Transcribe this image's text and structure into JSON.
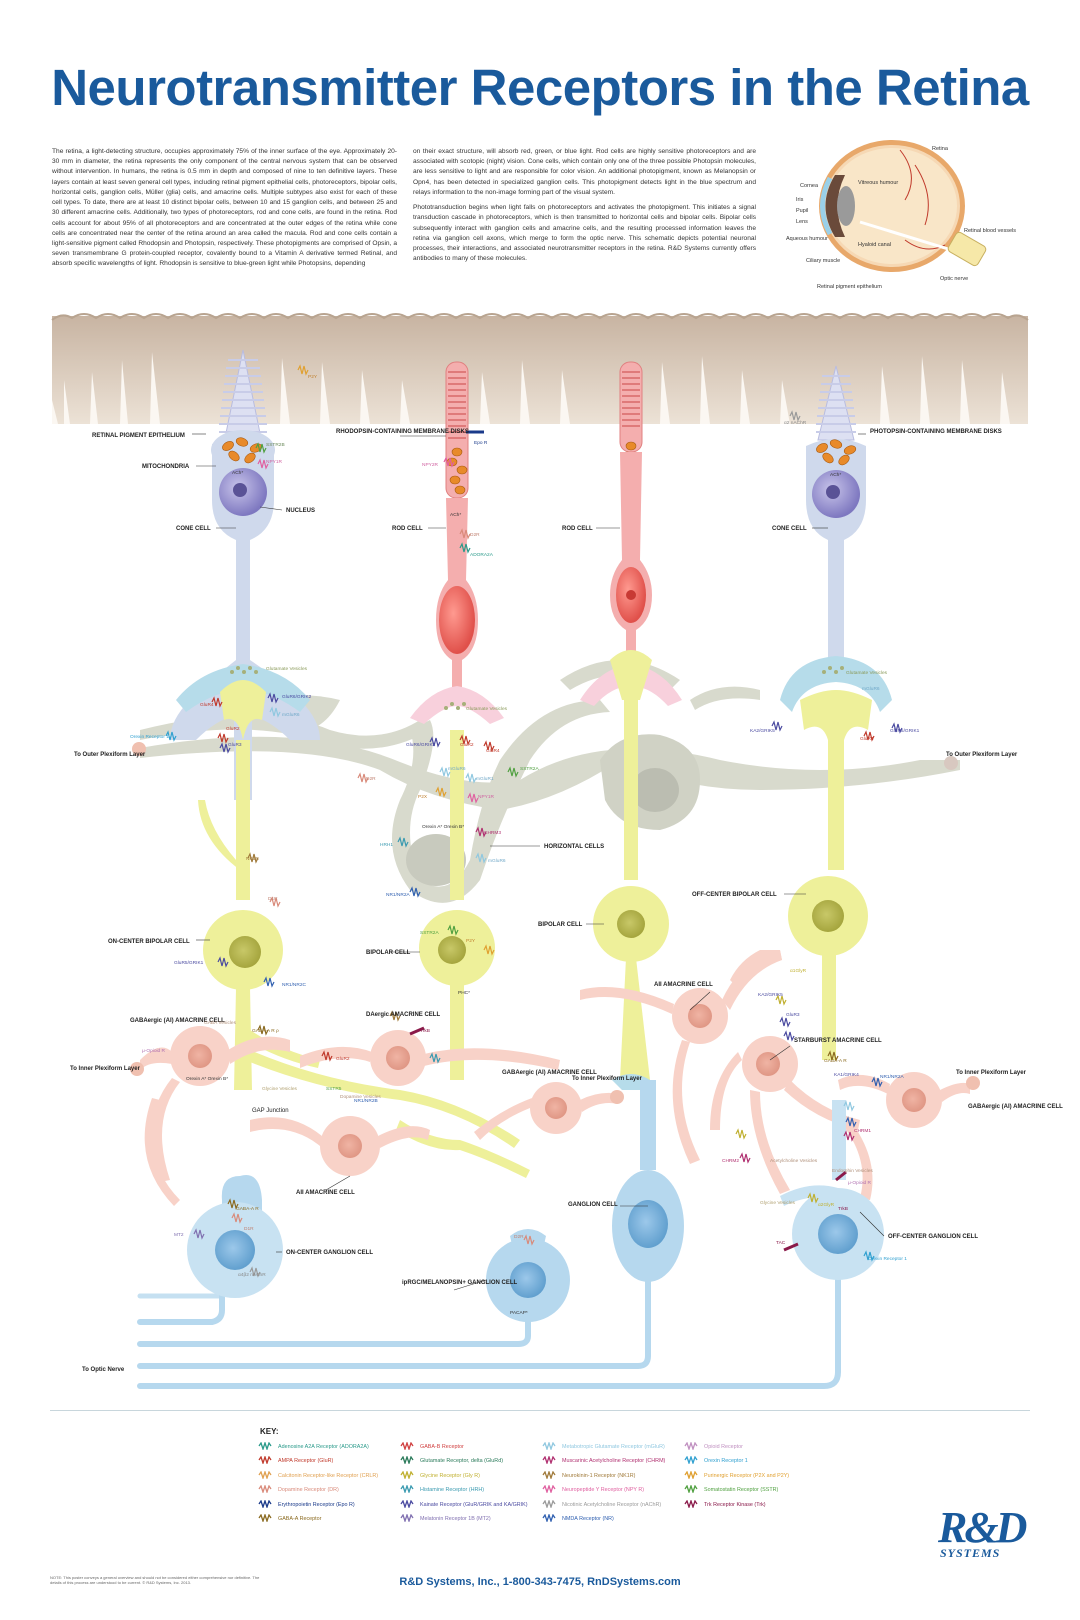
{
  "title": "Neurotransmitter Receptors in the Retina",
  "intro": {
    "col1": "The retina, a light-detecting structure, occupies approximately 75% of the inner surface of the eye. Approximately 20-30 mm in diameter, the retina represents the only component of the central nervous system that can be observed without intervention. In humans, the retina is 0.5 mm in depth and composed of nine to ten definitive layers. These layers contain at least seven general cell types, including retinal pigment epithelial cells, photoreceptors, bipolar cells, horizontal cells, ganglion cells, Müller (glia) cells, and amacrine cells. Multiple subtypes also exist for each of these cell types. To date, there are at least 10 distinct bipolar cells, between 10 and 15 ganglion cells, and between 25 and 30 different amacrine cells. Additionally, two types of photoreceptors, rod and cone cells, are found in the retina. Rod cells account for about 95% of all photoreceptors and are concentrated at the outer edges of the retina while cone cells are concentrated near the center of the retina around an area called the macula. Rod and cone cells contain a light-sensitive pigment called Rhodopsin and Photopsin, respectively. These photopigments are comprised of Opsin, a seven transmembrane G protein-coupled receptor, covalently bound to a Vitamin A derivative termed Retinal, and absorb specific wavelengths of light. Rhodopsin is sensitive to blue-green light while Photopsins, depending",
    "col2a": "on their exact structure, will absorb red, green, or blue light. Rod cells are highly sensitive photoreceptors and are associated with scotopic (night) vision. Cone cells, which contain only one of the three possible Photopsin molecules, are less sensitive to light and are responsible for color vision. An additional photopigment, known as Melanopsin or Opn4, has been detected in specialized ganglion cells. This photopigment detects light in the blue spectrum and relays information to the non-image forming part of the visual system.",
    "col2b": "Phototransduction begins when light falls on photoreceptors and activates the photopigment. This initiates a signal transduction cascade in photoreceptors, which is then transmitted to horizontal cells and bipolar cells. Bipolar cells subsequently interact with ganglion cells and amacrine cells, and the resulting processed information leaves the retina via ganglion cell axons, which merge to form the optic nerve. This schematic depicts potential neuronal processes, their interactions, and associated neurotransmitter receptors in the retina. R&D Systems currently offers antibodies to many of these molecules."
  },
  "eye_labels": {
    "retina": "Retina",
    "cornea": "Cornea",
    "vitreous": "Vitreous humour",
    "iris": "Iris",
    "pupil": "Pupil",
    "lens": "Lens",
    "aqueous": "Aqueous humour",
    "hyaloid": "Hyaloid canal",
    "ciliary": "Ciliary muscle",
    "vessels": "Retinal blood vessels",
    "optic": "Optic nerve",
    "rpe": "Retinal pigment epithelium"
  },
  "labels": {
    "rpe": "RETINAL PIGMENT EPITHELIUM",
    "mito": "MITOCHONDRIA",
    "nucleus": "NUCLEUS",
    "cone1": "CONE CELL",
    "rhodopsin": "RHODOPSIN-CONTAINING MEMBRANE DISKS",
    "rod1": "ROD CELL",
    "rod2": "ROD CELL",
    "photopsin": "PHOTOPSIN-CONTAINING MEMBRANE DISKS",
    "cone2": "CONE CELL",
    "outer_left": "To Outer Plexiform Layer",
    "outer_right": "To Outer Plexiform Layer",
    "horizontal": "HORIZONTAL CELLS",
    "offbipolar": "OFF-CENTER BIPOLAR CELL",
    "onbipolar": "ON-CENTER BIPOLAR CELL",
    "bipolar1": "BIPOLAR CELL",
    "bipolar2": "BIPOLAR CELL",
    "aii_right": "AII AMACRINE CELL",
    "daergic": "DAergic AMACRINE CELL",
    "gabaergic_left": "GABAergic (AI) AMACRINE CELL",
    "gabaergic_mid": "GABAergic (AI) AMACRINE CELL",
    "gabaergic_right": "GABAergic (AI) AMACRINE CELL",
    "starburst": "STARBURST AMACRINE CELL",
    "inner_left": "To Inner Plexiform Layer",
    "inner_mid": "To Inner Plexiform Layer",
    "inner_right": "To Inner Plexiform Layer",
    "gap": "GAP Junction",
    "aii_left": "AII AMACRINE CELL",
    "ganglion": "GANGLION CELL",
    "onganglion": "ON-CENTER GANGLION CELL",
    "offganglion": "OFF-CENTER GANGLION CELL",
    "iprgc": "ipRGC/MELANOPSIN+ GANGLION CELL",
    "optic": "To Optic Nerve"
  },
  "receptors": {
    "sstr2b": "SSTR2B",
    "npy1r_a": "NPY1R",
    "p2y_a": "P2Y",
    "ach_a": "ACh*",
    "ach_b": "ACh*",
    "ach_c": "ACh*",
    "epor": "Epo R",
    "npy2r": "NPY2R",
    "d2r_a": "D2R",
    "adora2a": "ADORA2A",
    "a2nachr_a": "α2 nAChR",
    "glut_ves_a": "Glutamate Vesicles",
    "glut_ves_b": "Glutamate Vesicles",
    "glut_ves_c": "Glutamate Vesicles",
    "glur6": "GluR6/GRIK2",
    "glur4": "GluR4",
    "glur2": "GluR2",
    "mglur6": "mGluR6",
    "glur3": "GluR3",
    "orexin1_a": "Orexin Receptor 1",
    "glur6b": "GluR6/GRIK2",
    "glur2b": "GluR2",
    "glur4b": "GluR4",
    "mglur6b": "mGluR6",
    "mglur1": "mGluR1",
    "sstr2a": "SSTR2A",
    "p2x": "P2X",
    "npy1r_b": "NPY1R",
    "orexin": "Orexin A* Orexin B*",
    "chrm3": "CHRM3",
    "hrh1": "HRH1",
    "mglur6c": "mGluR6",
    "nr1nr2a": "NR1/NR2A",
    "d2r_b": "D2R",
    "ka2": "KA2/GRIK5",
    "glur1": "GluR1",
    "glur5": "GluR5/GRIK1",
    "mglur6d": "mGluR6",
    "nk1r": "NK1R",
    "d1r": "D1R",
    "glur5b": "GluR5/GRIK1",
    "nr1nr2c": "NR1/NR2C",
    "sstr2a_b": "SSTR2A",
    "p2y_b": "P2Y",
    "phc": "PHC*",
    "trkb": "TrkB",
    "gabaa": "GABA-A R ρ",
    "gaba_ves": "GABA Vesicles",
    "opioid": "μ-Opioid R",
    "orexinab": "Orexin A* Orexin B*",
    "dopamine_ves": "Dopamine Vesicles",
    "glycine_ves": "Glycine Vesicles",
    "sstr5": "SSTR5",
    "nr1nr2b": "NR1/NR2B",
    "glur2c": "GluR2",
    "glyr": "α1GlyR",
    "gabaar": "GABA-A R",
    "ka2b": "KA2/GRIK5",
    "glur3b": "GluR3",
    "ka1": "KA1/GRIK4",
    "nr1nr2a_b": "NR1/NR2A",
    "ach_ves": "Acetylcholine Vesicles",
    "chrm1": "CHRM1",
    "chrm2": "CHRM2",
    "mt2": "MT2",
    "d1r_b": "D1R",
    "a4nachr": "α4β2 nAChR",
    "pacap": "PACAP*",
    "d2r_c": "D2R",
    "trkb_b": "TrkB",
    "tac": "TAC",
    "orexin1_b": "Orexin Receptor 1",
    "endorphin_ves": "Endorphin Vesicles",
    "glycine_ves_b": "Glycine Vesicles",
    "a2glyr": "α2GlyR",
    "gabaa_b": "GABA-A R",
    "opioid_b": "μ-Opioid R"
  },
  "key": {
    "title": "KEY:",
    "items": [
      {
        "label": "Adenosine A2A Receptor (ADORA2A)",
        "color": "#2a9a8a"
      },
      {
        "label": "AMPA Receptor (GluR)",
        "color": "#c0392b"
      },
      {
        "label": "Calcitonin Receptor-like Receptor (CRLR)",
        "color": "#e0a050"
      },
      {
        "label": "Dopamine Receptor (DR)",
        "color": "#d98a7a"
      },
      {
        "label": "Erythropoietin Receptor (Epo R)",
        "color": "#1a3a8a"
      },
      {
        "label": "GABA-A Receptor",
        "color": "#8a6a20"
      },
      {
        "label": "GABA-B Receptor",
        "color": "#d04040"
      },
      {
        "label": "Glutamate Receptor, delta (GluRd)",
        "color": "#2a7a5a"
      },
      {
        "label": "Glycine Receptor (Gly R)",
        "color": "#c0b030"
      },
      {
        "label": "Histamine Receptor (HRH)",
        "color": "#3a9ab0"
      },
      {
        "label": "Kainate Receptor (GluR/GRIK and KA/GRIK)",
        "color": "#4a4aa0"
      },
      {
        "label": "Melatonin Receptor 1B (MT2)",
        "color": "#8070b0"
      },
      {
        "label": "Metabotropic Glutamate Receptor (mGluR)",
        "color": "#90c8e0"
      },
      {
        "label": "Muscarinic Acetylcholine Receptor (CHRM)",
        "color": "#b03070"
      },
      {
        "label": "Neurokinin-1 Receptor (NK1R)",
        "color": "#a07a3a"
      },
      {
        "label": "Neuropeptide Y Receptor (NPY R)",
        "color": "#e060a0"
      },
      {
        "label": "Nicotinic Acetylcholine Receptor (nAChR)",
        "color": "#9a9a9a"
      },
      {
        "label": "NMDA Receptor (NR)",
        "color": "#3060b0"
      },
      {
        "label": "Opioid Receptor",
        "color": "#c090c0"
      },
      {
        "label": "Orexin Receptor 1",
        "color": "#30a0d0"
      },
      {
        "label": "Purinergic Receptor (P2X and P2Y)",
        "color": "#e0a030"
      },
      {
        "label": "Somatostatin Receptor (SSTR)",
        "color": "#50a040"
      },
      {
        "label": "Trk Receptor Kinase (Trk)",
        "color": "#8a1a4a"
      }
    ]
  },
  "footer": "R&D Systems, Inc., 1-800-343-7475, RnDSystems.com",
  "note": "NOTE: This poster conveys a general overview and should not be considered either comprehensive nor definitive. The details of this process are understood to be current. © R&D Systems, Inc. 2013.",
  "logo": {
    "main": "R&D",
    "sub": "SYSTEMS"
  },
  "colors": {
    "title": "#1a5a9c",
    "cone": "#c9d6ea",
    "rod": "#f0a6a6",
    "bipolar": "#eef09a",
    "horizontal": "#d6d8cc",
    "amacrine": "#f8d2c8",
    "ganglion": "#b6d8ee",
    "rpe": "#d8c8b8"
  }
}
